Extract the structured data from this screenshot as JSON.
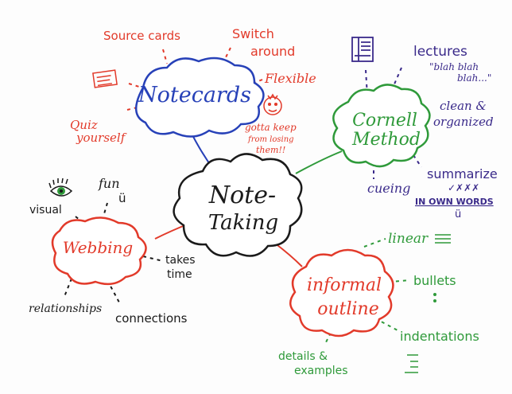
{
  "center": {
    "line1": "Note-",
    "line2": "Taking",
    "color": "#1a1a1a"
  },
  "notecards": {
    "title": "Notecards",
    "color": "#2741b8",
    "branch_color": "#e23a2a",
    "items": {
      "source_cards": "Source cards",
      "switch_around_1": "Switch",
      "switch_around_2": "around",
      "flexible": "Flexible",
      "quiz_1": "Quiz",
      "quiz_2": "yourself",
      "keep_1": "gotta keep",
      "keep_2": "from losing",
      "keep_3": "them!!"
    }
  },
  "cornell": {
    "title_1": "Cornell",
    "title_2": "Method",
    "color": "#2f9a3a",
    "branch_color": "#3a2a8a",
    "items": {
      "lectures": "lectures",
      "blah": "\"blah blah",
      "blah_2": "blah...\"",
      "clean_1": "clean &",
      "clean_2": "organized",
      "summarize": "summarize",
      "checks": "✓✗✗✗",
      "own_words": "IN OWN WORDS",
      "smile": "ü",
      "cueing": "cueing"
    }
  },
  "webbing": {
    "title": "Webbing",
    "color": "#e23a2a",
    "branch_color": "#1a1a1a",
    "items": {
      "visual": "visual",
      "fun": "fun",
      "smile": "ü",
      "takes_1": "takes",
      "takes_2": "time",
      "relationships": "relationships",
      "connections": "connections"
    }
  },
  "informal": {
    "title_1": "informal",
    "title_2": "outline",
    "color": "#e23a2a",
    "branch_color": "#2f9a3a",
    "items": {
      "linear": "linear",
      "bullets": "bullets",
      "indentations": "indentations",
      "details_1": "details &",
      "details_2": "examples"
    }
  },
  "icons": [
    "eye-icon",
    "smiley-face-icon",
    "notecard-icon",
    "cornell-notes-icon",
    "linear-lines-icon",
    "bullet-dots-icon",
    "indentation-lines-icon"
  ]
}
